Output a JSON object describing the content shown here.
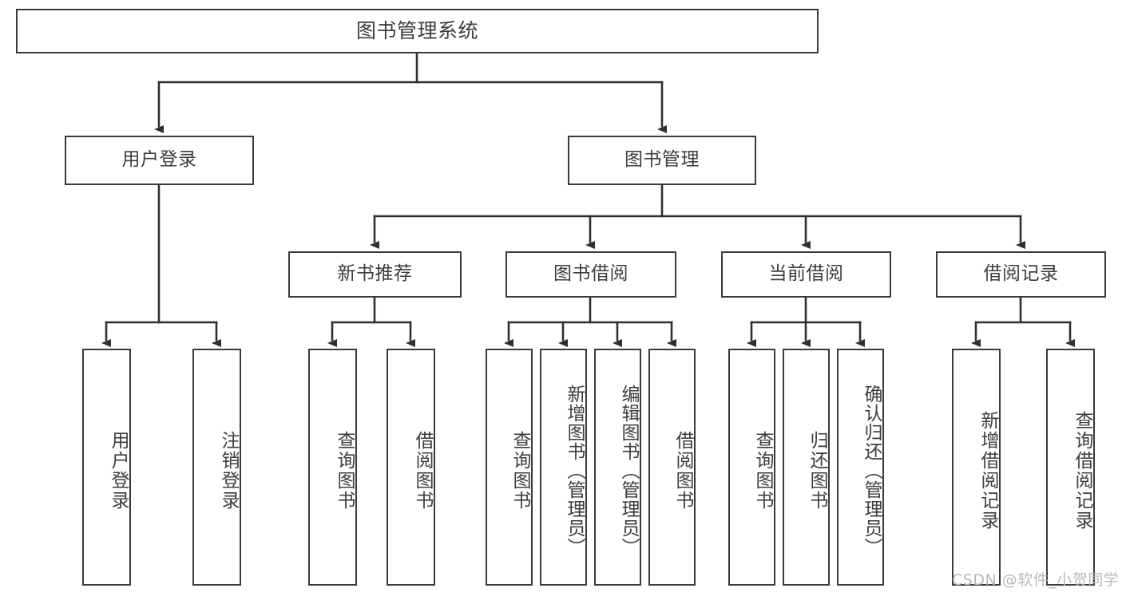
{
  "diagram": {
    "title": "图书管理系统",
    "type": "tree",
    "root": {
      "id": "root",
      "label": "图书管理系统"
    },
    "level1": [
      {
        "id": "user-login",
        "label": "用户登录"
      },
      {
        "id": "book-management",
        "label": "图书管理"
      }
    ],
    "level2": [
      {
        "id": "new-book-recommend",
        "label": "新书推荐",
        "parent": "book-management"
      },
      {
        "id": "book-borrow",
        "label": "图书借阅",
        "parent": "book-management"
      },
      {
        "id": "current-borrow",
        "label": "当前借阅",
        "parent": "book-management"
      },
      {
        "id": "borrow-record",
        "label": "借阅记录",
        "parent": "book-management"
      }
    ],
    "leaves": [
      {
        "id": "leaf-user-login",
        "label": "用户登录",
        "parent": "user-login"
      },
      {
        "id": "leaf-user-logout",
        "label": "注销登录",
        "parent": "user-login"
      },
      {
        "id": "leaf-query-book-1",
        "label": "查询图书",
        "parent": "new-book-recommend"
      },
      {
        "id": "leaf-borrow-book-1",
        "label": "借阅图书",
        "parent": "new-book-recommend"
      },
      {
        "id": "leaf-query-book-2",
        "label": "查询图书",
        "parent": "book-borrow"
      },
      {
        "id": "leaf-add-book",
        "label": "新增图书（管理员）",
        "parent": "book-borrow"
      },
      {
        "id": "leaf-edit-book",
        "label": "编辑图书（管理员）",
        "parent": "book-borrow"
      },
      {
        "id": "leaf-borrow-book-2",
        "label": "借阅图书",
        "parent": "book-borrow"
      },
      {
        "id": "leaf-query-book-3",
        "label": "查询图书",
        "parent": "current-borrow"
      },
      {
        "id": "leaf-return-book",
        "label": "归还图书",
        "parent": "current-borrow"
      },
      {
        "id": "leaf-confirm-return",
        "label": "确认归还（管理员）",
        "parent": "current-borrow"
      },
      {
        "id": "leaf-add-record",
        "label": "新增借阅记录",
        "parent": "borrow-record"
      },
      {
        "id": "leaf-query-record",
        "label": "查询借阅记录",
        "parent": "borrow-record"
      }
    ]
  },
  "watermark": {
    "text": "CSDN @软件_小贺同学"
  },
  "colors": {
    "border": "#3a3a3a",
    "text": "#3d3d3d",
    "background": "#ffffff",
    "watermark": "#b9b9b9"
  }
}
